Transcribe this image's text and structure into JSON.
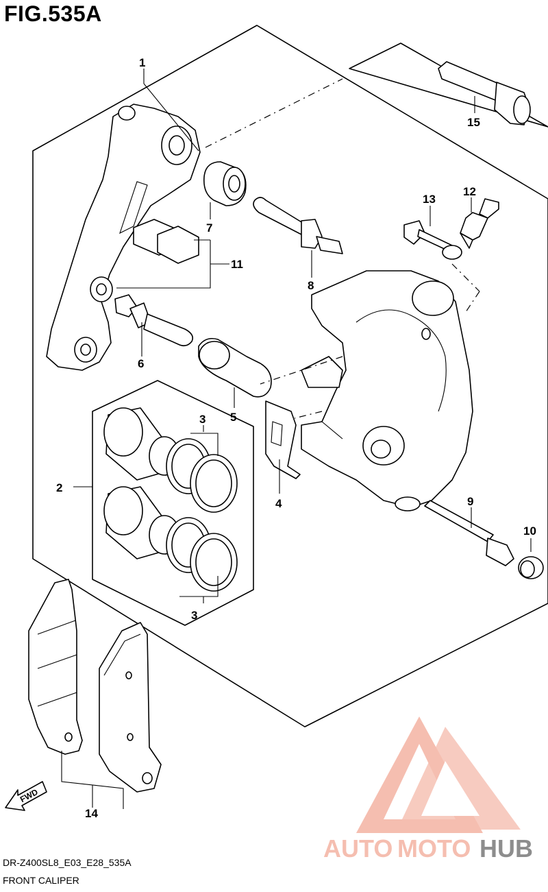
{
  "figure": {
    "title": "FIG.535A"
  },
  "callouts": [
    "1",
    "2",
    "3",
    "3",
    "4",
    "5",
    "6",
    "7",
    "8",
    "9",
    "10",
    "11",
    "12",
    "13",
    "14",
    "15"
  ],
  "fwd_label": "FWD",
  "watermark": {
    "part1": "AUTO",
    "part2": "MOTO",
    "part3": "HUB",
    "color_light": "#f4b3a3",
    "color_dark": "#7a7a7a"
  },
  "footer": {
    "code": "DR-Z400SL8_E03_E28_535A",
    "name": "FRONT CALIPER"
  }
}
